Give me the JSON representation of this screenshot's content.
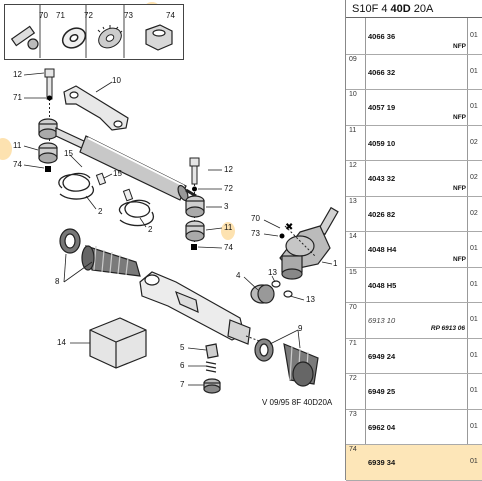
{
  "diagram": {
    "ref_box_labels": [
      "70",
      "71",
      "72",
      "73",
      "74"
    ],
    "callouts": {
      "c12a": "12",
      "c71": "71",
      "c10": "10",
      "c11a": "11",
      "c74a": "74",
      "c15a": "15",
      "c15b": "15",
      "c2a": "2",
      "c2b": "2",
      "c12b": "12",
      "c72": "72",
      "c3": "3",
      "c11b": "11",
      "c74b": "74",
      "c70": "70",
      "c73": "73",
      "c1": "1",
      "c4": "4",
      "c13a": "13",
      "c13b": "13",
      "c8": "8",
      "c9": "9",
      "c14": "14",
      "c5": "5",
      "c6": "6",
      "c7": "7"
    },
    "footer_code": "V 09/95 8F 40D20A"
  },
  "table": {
    "header_prefix": "S10F 4 ",
    "header_bold": "40D",
    "header_suffix": " 20A",
    "rows": [
      {
        "ref": "",
        "part": "4066 36",
        "qty": "01",
        "note": "NFP"
      },
      {
        "ref": "09",
        "part": "4066 32",
        "qty": "01",
        "note": ""
      },
      {
        "ref": "10",
        "part": "4057 19",
        "qty": "01",
        "note": "NFP"
      },
      {
        "ref": "11",
        "part": "4059 10",
        "qty": "02",
        "note": ""
      },
      {
        "ref": "12",
        "part": "4043 32",
        "qty": "02",
        "note": "NFP"
      },
      {
        "ref": "13",
        "part": "4026 82",
        "qty": "02",
        "note": ""
      },
      {
        "ref": "14",
        "part": "4048 H4",
        "qty": "01",
        "note": "NFP"
      },
      {
        "ref": "15",
        "part": "4048 H5",
        "qty": "01",
        "note": ""
      },
      {
        "ref": "70",
        "part": "6913 10",
        "qty": "01",
        "note": "RP 6913 06"
      },
      {
        "ref": "71",
        "part": "6949 24",
        "qty": "01",
        "note": ""
      },
      {
        "ref": "72",
        "part": "6949 25",
        "qty": "01",
        "note": ""
      },
      {
        "ref": "73",
        "part": "6962 04",
        "qty": "01",
        "note": ""
      },
      {
        "ref": "74",
        "part": "6939 34",
        "qty": "01",
        "note": ""
      }
    ],
    "highlight_color": "#fde6b8"
  }
}
